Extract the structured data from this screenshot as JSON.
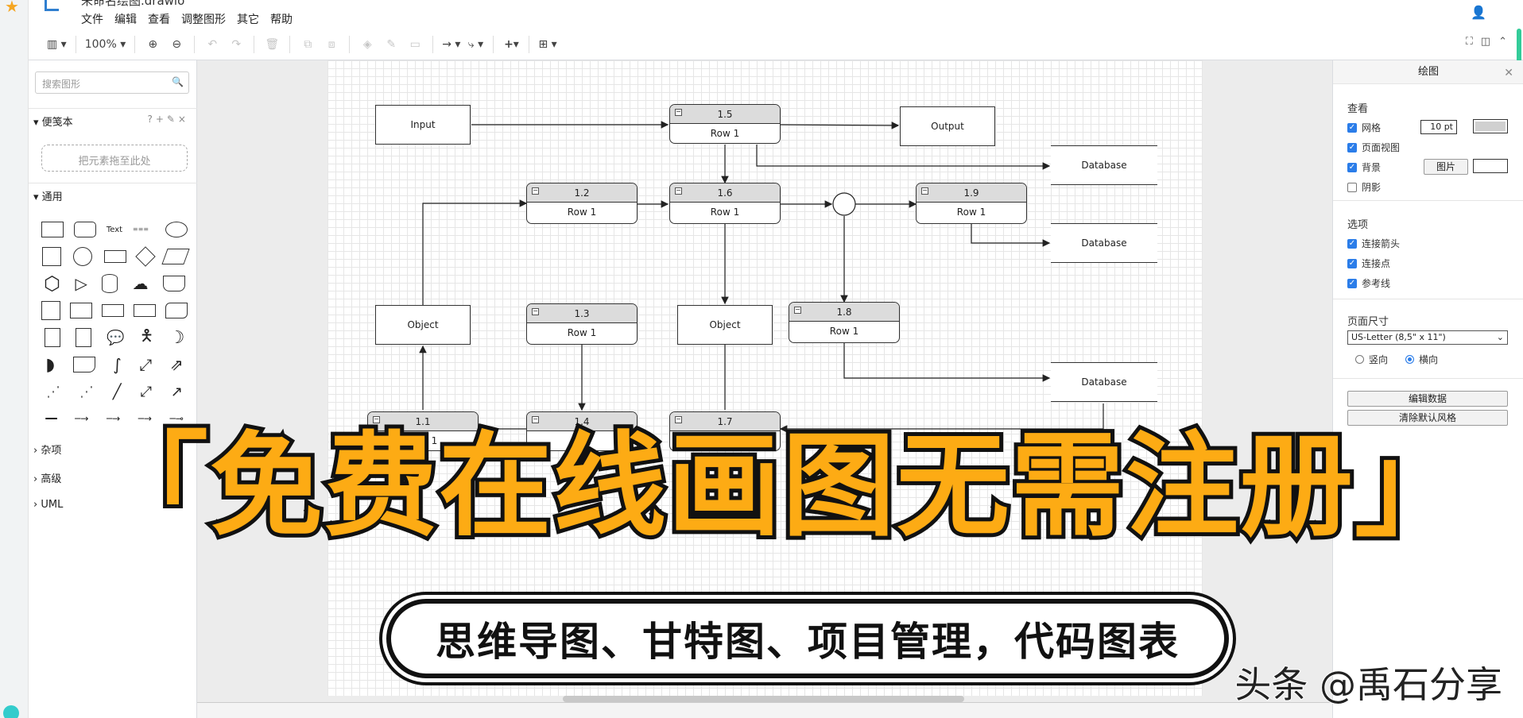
{
  "app": {
    "title": "未命名绘图.drawio",
    "menu": [
      "文件",
      "编辑",
      "查看",
      "调整图形",
      "其它",
      "帮助"
    ]
  },
  "toolbar": {
    "zoom": "100%"
  },
  "sidebar": {
    "search_placeholder": "搜索图形",
    "scratchpad": "便笺本",
    "scratchpad_tools": "?+✎×",
    "drop_hint": "把元素拖至此处",
    "general": "通用",
    "text_shape": "Text",
    "misc": "杂项",
    "advanced": "高级",
    "uml": "UML"
  },
  "diagram": {
    "input": "Input",
    "output": "Output",
    "object_left": "Object",
    "object_mid": "Object",
    "db1": "Database",
    "db2": "Database",
    "db3": "Database",
    "t15": {
      "title": "1.5",
      "row": "Row 1"
    },
    "t12": {
      "title": "1.2",
      "row": "Row 1"
    },
    "t16": {
      "title": "1.6",
      "row": "Row 1"
    },
    "t19": {
      "title": "1.9",
      "row": "Row 1"
    },
    "t13": {
      "title": "1.3",
      "row": "Row 1"
    },
    "t18": {
      "title": "1.8",
      "row": "Row 1"
    },
    "t11": {
      "title": "1.1",
      "row": "Row 1"
    },
    "t14": {
      "title": "1.4",
      "row": ""
    },
    "t17": {
      "title": "1.7",
      "row": ""
    }
  },
  "format_panel": {
    "title": "绘图",
    "view": "查看",
    "grid": "网格",
    "grid_size": "10 pt",
    "page_view": "页面视图",
    "background": "背景",
    "image_button": "图片",
    "shadow": "阴影",
    "options": "选项",
    "connection_arrows": "连接箭头",
    "connection_points": "连接点",
    "guides": "参考线",
    "page_size": "页面尺寸",
    "paper": "US-Letter (8,5\" x 11\")",
    "portrait": "竖向",
    "landscape": "横向",
    "edit_data": "编辑数据",
    "clear_style": "清除默认风格",
    "grid_color": "#d0d0d0"
  },
  "overlay": {
    "title": "「免费在线画图无需注册」",
    "subtitle": "思维导图、甘特图、项目管理，代码图表",
    "watermark": "头条 @禹石分享"
  }
}
